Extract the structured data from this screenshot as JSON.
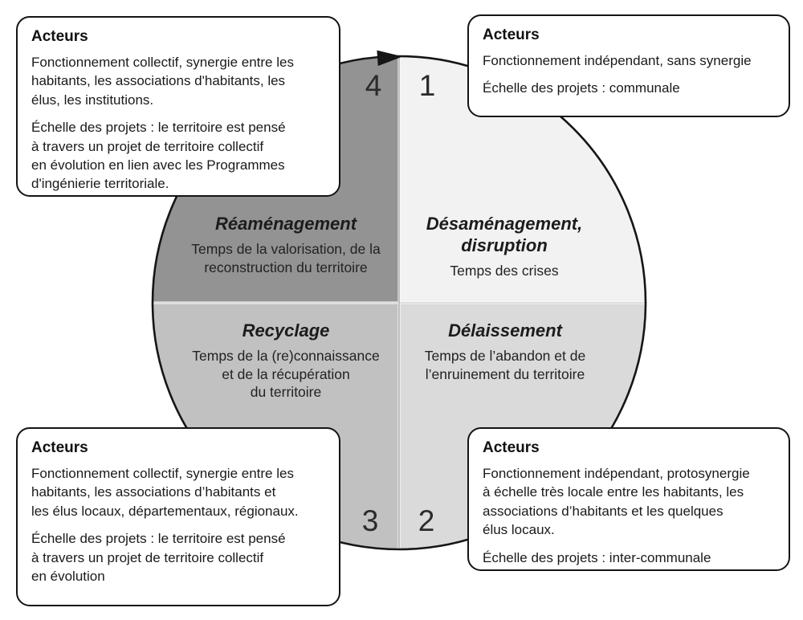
{
  "diagram": {
    "arrow": {
      "color": "#161616"
    },
    "outline_color": "#161616",
    "quadrants": {
      "q1": {
        "number": "1",
        "title_lines": [
          "Désaménagement,",
          "disruption"
        ],
        "subtitle_lines": [
          "Temps des crises"
        ],
        "color": "#f2f2f2"
      },
      "q2": {
        "number": "2",
        "title_lines": [
          "Délaissement"
        ],
        "subtitle_lines": [
          "Temps de l’abandon et de",
          "l’enruinement du territoire"
        ],
        "color": "#dadada"
      },
      "q3": {
        "number": "3",
        "title_lines": [
          "Recyclage"
        ],
        "subtitle_lines": [
          "Temps de la (re)connaissance",
          "et de la récupération",
          "du territoire"
        ],
        "color": "#c1c1c1"
      },
      "q4": {
        "number": "4",
        "title_lines": [
          "Réaménagement"
        ],
        "subtitle_lines": [
          "Temps de la valorisation, de la",
          "reconstruction du territoire"
        ],
        "color": "#939393"
      }
    }
  },
  "boxes": {
    "top_left": {
      "heading": "Acteurs",
      "p1_lines": [
        "Fonctionnement collectif, synergie entre les",
        "habitants, les associations d'habitants, les",
        "élus, les institutions."
      ],
      "p2_lines": [
        "Échelle des projets : le territoire est pensé",
        "à travers un projet de territoire collectif",
        "en évolution en lien avec les Programmes",
        "d'ingénierie territoriale."
      ]
    },
    "top_right": {
      "heading": "Acteurs",
      "p1_lines": [
        "Fonctionnement indépendant, sans synergie"
      ],
      "p2_lines": [
        "Échelle des projets : communale"
      ]
    },
    "bottom_left": {
      "heading": "Acteurs",
      "p1_lines": [
        "Fonctionnement collectif, synergie entre les",
        "habitants, les associations d’habitants et",
        "les élus locaux, départementaux, régionaux."
      ],
      "p2_lines": [
        "Échelle des projets : le territoire est pensé",
        "à travers un projet de territoire collectif",
        "en évolution"
      ]
    },
    "bottom_right": {
      "heading": "Acteurs",
      "p1_lines": [
        "Fonctionnement indépendant, protosynergie",
        "à échelle très locale entre les habitants, les",
        "associations d’habitants et les quelques",
        "élus locaux."
      ],
      "p2_lines": [
        "Échelle des projets : inter-communale"
      ]
    }
  }
}
